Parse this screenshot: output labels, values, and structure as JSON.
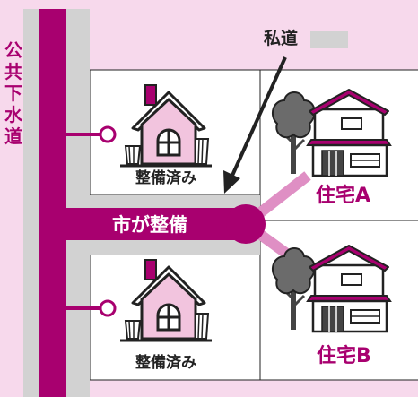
{
  "diagram": {
    "main_sewer_label": "公共下水道",
    "private_road_label": "私道",
    "city_maintained_label": "市が整備",
    "lots": [
      {
        "label": "整備済み"
      },
      {
        "label": "整備済み"
      }
    ],
    "houses": [
      {
        "label": "住宅A"
      },
      {
        "label": "住宅B"
      }
    ],
    "colors": {
      "magenta": "#a8006f",
      "pink_pipe": "#df8fc4",
      "background": "#f7d9ec",
      "private_road": "#d2d2d2"
    }
  }
}
